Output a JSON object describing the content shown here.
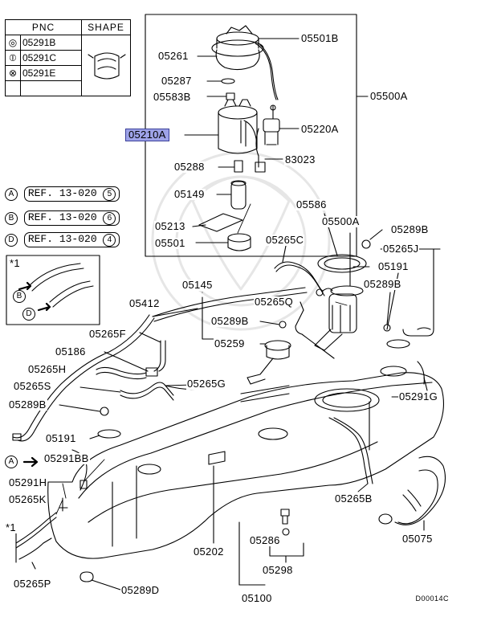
{
  "legend": {
    "header_pnc": "PNC",
    "header_shape": "SHAPE",
    "rows": [
      {
        "symbol": "◎",
        "pnc": "05291B"
      },
      {
        "symbol": "⦶",
        "pnc": "05291C"
      },
      {
        "symbol": "⊗",
        "pnc": "05291E"
      }
    ]
  },
  "refs": [
    {
      "letter": "A",
      "text": "REF. 13-020",
      "num": "5"
    },
    {
      "letter": "B",
      "text": "REF. 13-020",
      "num": "6"
    },
    {
      "letter": "D",
      "text": "REF. 13-020",
      "num": "4"
    }
  ],
  "inset": {
    "note": "*1",
    "letter_b": "B",
    "letter_d": "D"
  },
  "labels": {
    "p05501B": "05501B",
    "p05261": "05261",
    "p05287": "05287",
    "p05583B": "05583B",
    "p05500A_top": "05500A",
    "p05210A": "05210A",
    "p05220A": "05220A",
    "p83023": "83023",
    "p05288": "05288",
    "p05149": "05149",
    "p05213": "05213",
    "p05501": "05501",
    "p05586": "05586",
    "p05500A": "05500A",
    "p05289B_a": "05289B",
    "p05265C": "05265C",
    "p05265J": "05265J",
    "p05191_a": "05191",
    "p05289B_b": "05289B",
    "p05145": "05145",
    "p05265Q": "05265Q",
    "p05412": "05412",
    "p05289B_c": "05289B",
    "p05259": "05259",
    "p05265F": "05265F",
    "p05186": "05186",
    "p05265H": "05265H",
    "p05265G": "05265G",
    "p05265S": "05265S",
    "p05291G": "05291G",
    "p05289B_d": "05289B",
    "p05191_b": "05191",
    "p05291BB": "05291BB",
    "p05291H": "05291H",
    "p05265K": "05265K",
    "star1": "*1",
    "p05265B": "05265B",
    "p05202": "05202",
    "p05286": "05286",
    "p05075": "05075",
    "p05298": "05298",
    "p05265P": "05265P",
    "p05289D": "05289D",
    "p05100": "05100",
    "arrowA": "A"
  },
  "diagram_code": "D00014C"
}
